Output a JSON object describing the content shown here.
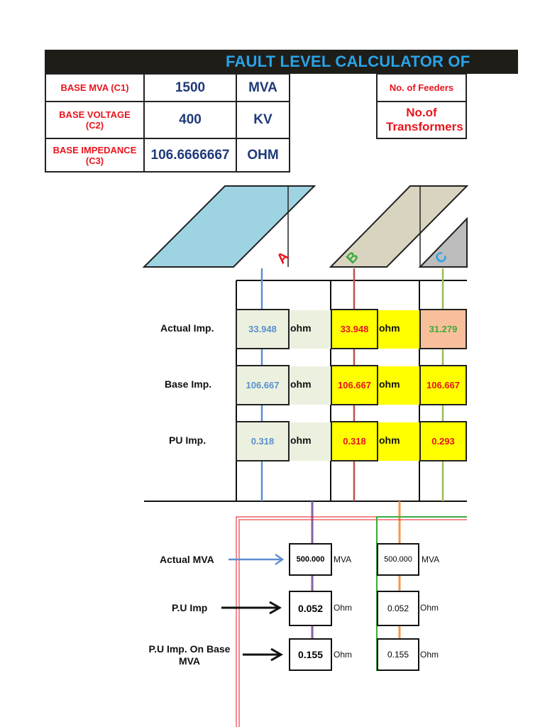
{
  "title": "FAULT LEVEL CALCULATOR OF",
  "base_table": [
    {
      "label": "BASE MVA  (C1)",
      "value": "1500",
      "unit": "MVA"
    },
    {
      "label": "BASE VOLTAGE (C2)",
      "value": "400",
      "unit": "KV"
    },
    {
      "label": "BASE IMPEDANCE (C3)",
      "value": "106.6666667",
      "unit": "OHM"
    }
  ],
  "side_table": {
    "feeders_label": "No. of Feeders",
    "transformers_label": "No.of Transformers"
  },
  "phases": [
    "A",
    "B",
    "C"
  ],
  "row_labels": {
    "actual_imp": "Actual Imp.",
    "base_imp": "Base Imp.",
    "pu_imp": "PU Imp."
  },
  "phase_values": {
    "A": {
      "actual": "33.948",
      "base": "106.667",
      "pu": "0.318"
    },
    "B": {
      "actual": "33.948",
      "base": "106.667",
      "pu": "0.318"
    },
    "C": {
      "actual": "31.279",
      "base": "106.667",
      "pu": "0.293"
    }
  },
  "ohm_unit": "ohm",
  "lower_labels": {
    "actual_mva": "Actual MVA",
    "pu_imp": "P.U Imp",
    "pu_imp_base": "P.U Imp. On Base MVA"
  },
  "lower_col1": {
    "actual_mva": "500.000",
    "pu_imp": "0.052",
    "pu_imp_base": "0.155"
  },
  "lower_col2": {
    "actual_mva": "500.000",
    "pu_imp": "0.052",
    "pu_imp_base": "0.155"
  },
  "mva_unit": "MVA",
  "ohm_unit_cap": "Ohm",
  "colors": {
    "title_bg": "#1f1d18",
    "title_text": "#29a3e8",
    "label_red": "#e8141c",
    "value_blue": "#1f3a7a",
    "phase_a_fill": "#9ed3e2",
    "phase_b_fill": "#d9d4c0",
    "phase_c_fill": "#bdbdbd",
    "yellow": "#ffff00",
    "light_green": "#ebf1de",
    "salmon": "#f8c09a",
    "line_a": "#5b8fd0",
    "line_b": "#c0504d",
    "line_c": "#9bbb59"
  }
}
